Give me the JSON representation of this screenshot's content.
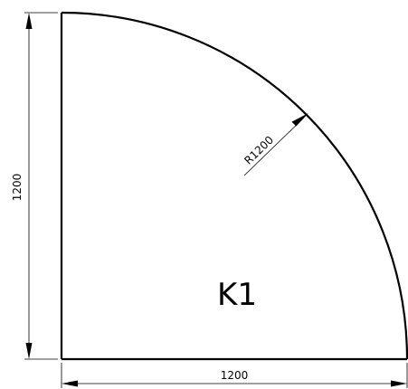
{
  "drawing": {
    "shape_label": "K1",
    "dimensions": {
      "width": "1200",
      "height": "1200",
      "radius": "R1200"
    }
  },
  "colors": {
    "line": "#000000",
    "background": "#ffffff"
  }
}
